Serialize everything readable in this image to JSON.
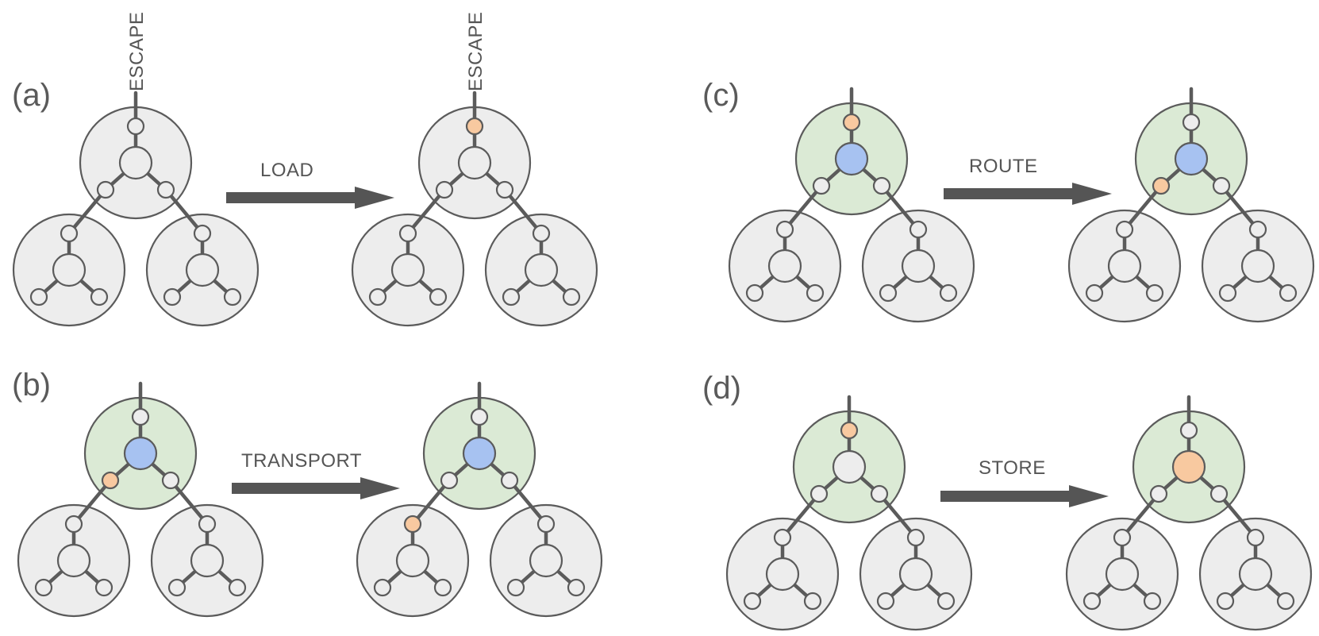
{
  "colors": {
    "pod_default": "#ededed",
    "pod_active": "#dbead5",
    "node_default": "#ededed",
    "node_highlight": "#f8c9a0",
    "node_controller": "#a7c2f1",
    "stroke": "#5b5b5b",
    "arrow": "#555555",
    "text": "#555555"
  },
  "panels": {
    "a": {
      "label": "(a)",
      "operation": "LOAD",
      "before": {
        "escape_label": "ESCAPE",
        "top_pod": "default",
        "center": "default",
        "top_port": "default",
        "left_port": "default",
        "right_port": "default",
        "child_port": "none"
      },
      "after": {
        "escape_label": "ESCAPE",
        "top_pod": "default",
        "center": "default",
        "top_port": "highlight",
        "left_port": "default",
        "right_port": "default",
        "child_port": "none"
      }
    },
    "b": {
      "label": "(b)",
      "operation": "TRANSPORT",
      "before": {
        "escape_label": "",
        "top_pod": "active",
        "center": "controller",
        "top_port": "default",
        "left_port": "highlight",
        "right_port": "default",
        "child_port": "none"
      },
      "after": {
        "escape_label": "",
        "top_pod": "active",
        "center": "controller",
        "top_port": "default",
        "left_port": "default",
        "right_port": "default",
        "child_port": "left"
      }
    },
    "c": {
      "label": "(c)",
      "operation": "ROUTE",
      "before": {
        "escape_label": "",
        "top_pod": "active",
        "center": "controller",
        "top_port": "highlight",
        "left_port": "default",
        "right_port": "default",
        "child_port": "none"
      },
      "after": {
        "escape_label": "",
        "top_pod": "active",
        "center": "controller",
        "top_port": "default",
        "left_port": "highlight",
        "right_port": "default",
        "child_port": "none"
      }
    },
    "d": {
      "label": "(d)",
      "operation": "STORE",
      "before": {
        "escape_label": "",
        "top_pod": "active",
        "center": "default",
        "top_port": "highlight",
        "left_port": "default",
        "right_port": "default",
        "child_port": "none"
      },
      "after": {
        "escape_label": "",
        "top_pod": "active",
        "center": "highlight",
        "top_port": "default",
        "left_port": "default",
        "right_port": "default",
        "child_port": "none"
      }
    }
  }
}
